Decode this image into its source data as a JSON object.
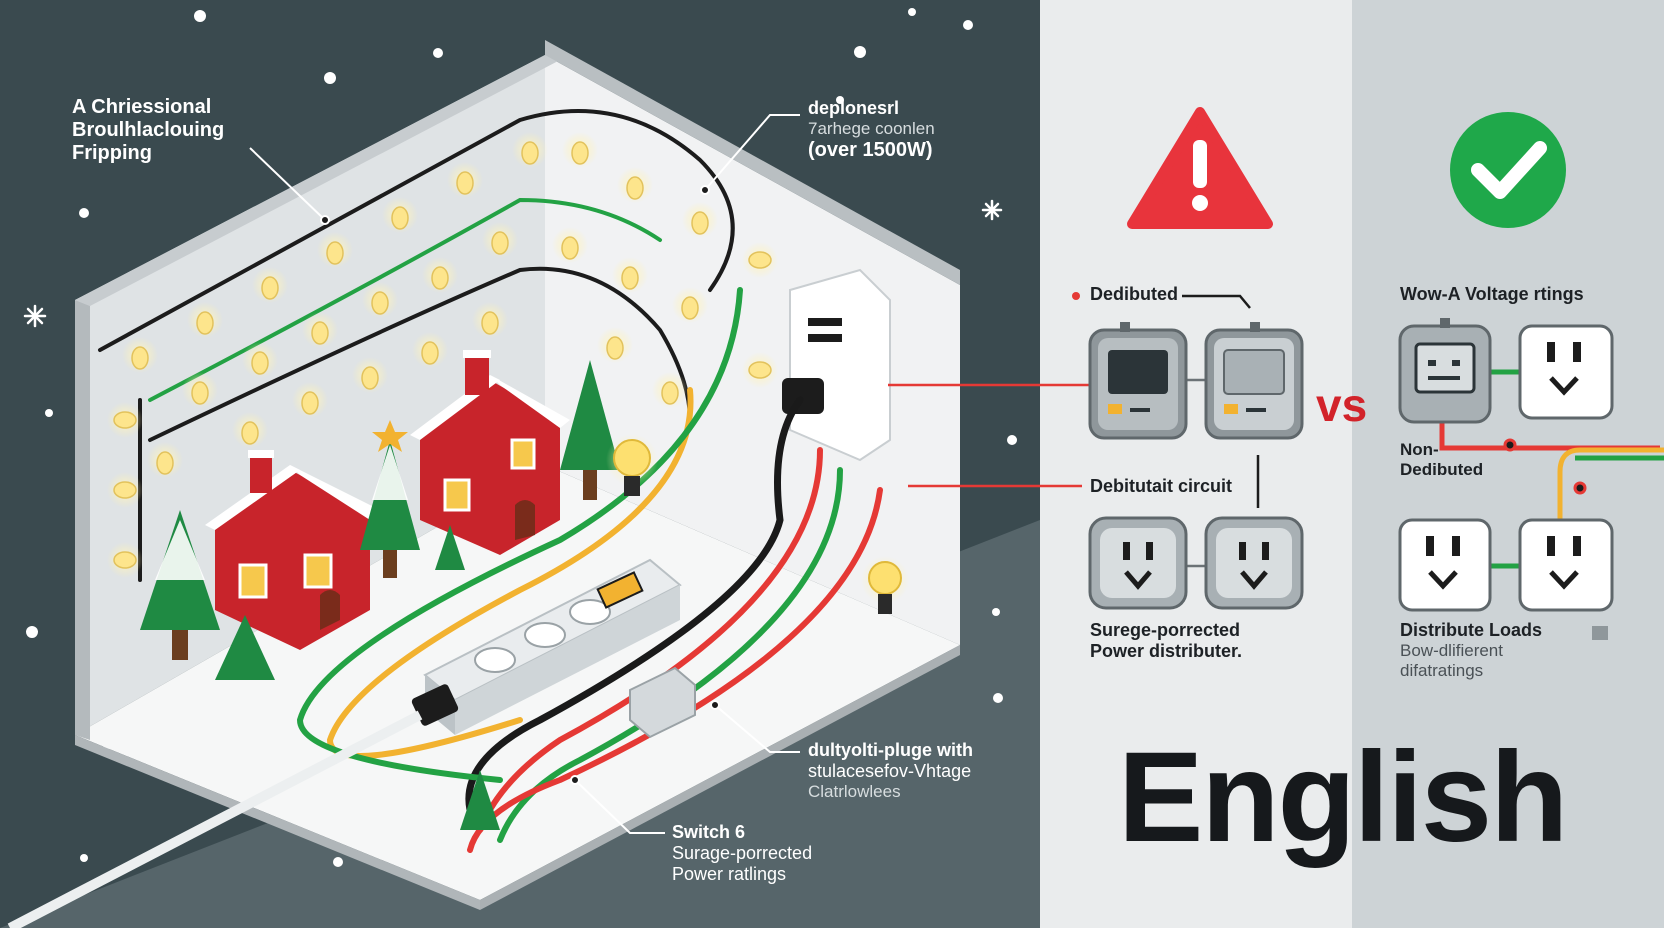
{
  "colors": {
    "left_bg": "#3a4a4f",
    "mid_panel": "#eaeced",
    "right_panel": "#cdd3d6",
    "warning_red": "#e8343c",
    "check_green": "#1fa84a",
    "wire_red": "#e53935",
    "wire_green": "#23a244",
    "wire_yellow": "#f2b230",
    "wire_black": "#1a1a1a",
    "house_red": "#c8242b",
    "tree_green": "#1f8a43",
    "bulb_glow": "#fff1b0"
  },
  "icons": {
    "warning": "warning-triangle-icon",
    "check": "check-circle-icon",
    "meter": "meter-icon",
    "outlet": "outlet-icon",
    "snowflake": "snowflake-icon",
    "bulb": "light-bulb-icon"
  },
  "left": {
    "title_lines": [
      "A Chriessional",
      "Broulhlaclouing",
      "Fripping"
    ],
    "top_label": {
      "title": "deplonesrl",
      "lines": [
        "7arhege coonlen",
        "(over 1500W)"
      ]
    },
    "plug_label": {
      "lines": [
        "dultyolti-pluge with",
        "stulacesefov-Vhtage",
        "Clatrlowlees"
      ]
    },
    "switch_label": {
      "title": "Switch 6",
      "lines": [
        "Surage-porrected",
        "Power ratlings"
      ]
    }
  },
  "middle": {
    "dedicated_label": "Dedibuted",
    "circuit_label": "Debitutait circuit",
    "surge_lines": [
      "Surege-porrected",
      "Power distributer."
    ]
  },
  "vs": "vs",
  "right": {
    "title": "Wow-A Voltage rtings",
    "non_dedicated_lines": [
      "Non-",
      "Dedibuted"
    ],
    "distribute_title": "Distribute Loads",
    "distribute_lines": [
      "Bow-dlifierent",
      "difatratings"
    ]
  },
  "big_word": "English"
}
